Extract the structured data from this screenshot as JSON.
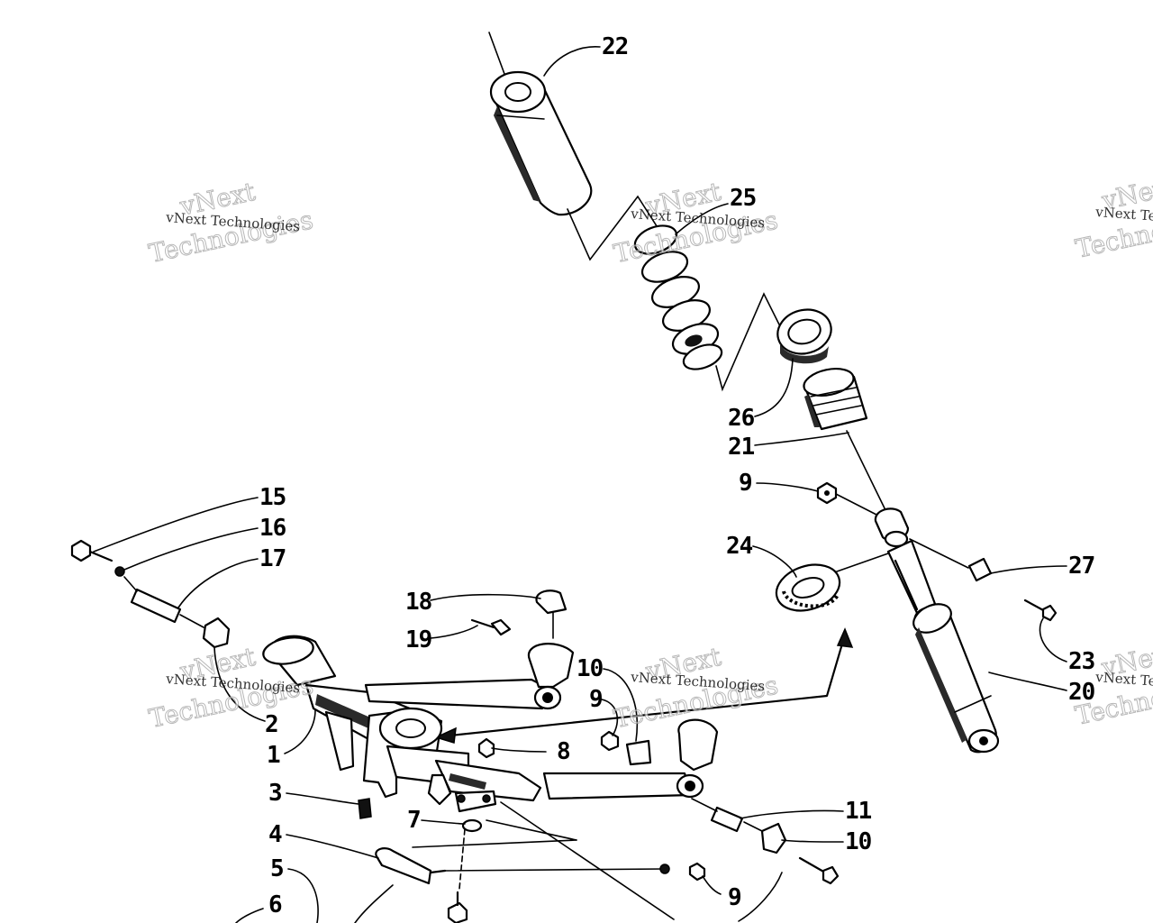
{
  "callouts": [
    {
      "id": "c22",
      "text": "22"
    },
    {
      "id": "c25",
      "text": "25"
    },
    {
      "id": "c26",
      "text": "26"
    },
    {
      "id": "c21",
      "text": "21"
    },
    {
      "id": "c9a",
      "text": "9"
    },
    {
      "id": "c24",
      "text": "24"
    },
    {
      "id": "c27",
      "text": "27"
    },
    {
      "id": "c23",
      "text": "23"
    },
    {
      "id": "c20",
      "text": "20"
    },
    {
      "id": "c15",
      "text": "15"
    },
    {
      "id": "c16",
      "text": "16"
    },
    {
      "id": "c17",
      "text": "17"
    },
    {
      "id": "c18",
      "text": "18"
    },
    {
      "id": "c19",
      "text": "19"
    },
    {
      "id": "c10a",
      "text": "10"
    },
    {
      "id": "c9b",
      "text": "9"
    },
    {
      "id": "c2",
      "text": "2"
    },
    {
      "id": "c1",
      "text": "1"
    },
    {
      "id": "c8",
      "text": "8"
    },
    {
      "id": "c3",
      "text": "3"
    },
    {
      "id": "c7",
      "text": "7"
    },
    {
      "id": "c4",
      "text": "4"
    },
    {
      "id": "c5",
      "text": "5"
    },
    {
      "id": "c6",
      "text": "6"
    },
    {
      "id": "c11",
      "text": "11"
    },
    {
      "id": "c10b",
      "text": "10"
    },
    {
      "id": "c9c",
      "text": "9"
    }
  ],
  "watermark": {
    "line1": "vNext Technologies",
    "big_top": "vNext",
    "big_bottom": "Technologies"
  }
}
